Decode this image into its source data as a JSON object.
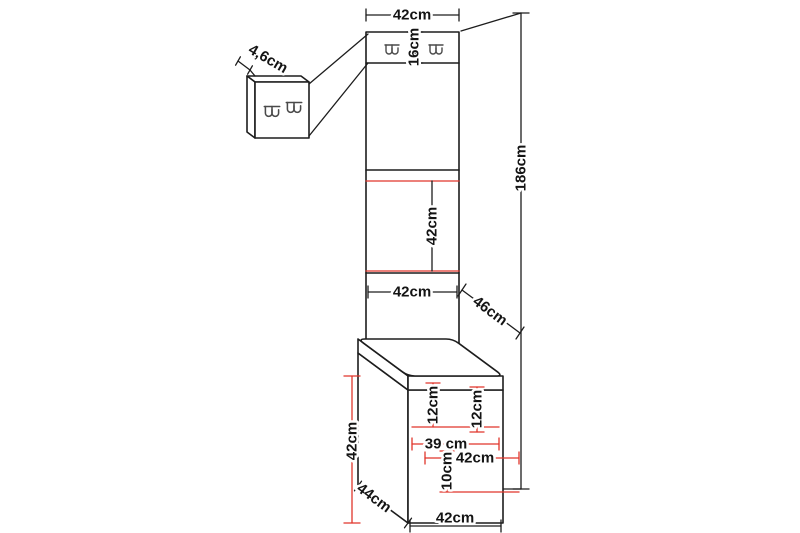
{
  "diagram": {
    "kind": "hallway-furniture-dimension-drawing",
    "labels": {
      "top_width": "42cm",
      "hook_strip_height": "16cm",
      "hook_panel_thickness": "4,6cm",
      "total_height": "186cm",
      "panel_section_height": "42cm",
      "panel_width": "42cm",
      "upper_depth": "46cm",
      "bench_height": "42cm",
      "seat_cushion_height": "12cm",
      "seat_inner_height": "12cm",
      "inner_width": "39 cm",
      "plinth_height": "10cm",
      "seat_width": "42cm",
      "bench_depth": "44cm",
      "bench_width": "42cm"
    }
  },
  "colors": {
    "background": "#ffffff",
    "outline": "#1d1d1d",
    "dimension_red": "#e0352b",
    "hook": "#4a4a4a"
  }
}
